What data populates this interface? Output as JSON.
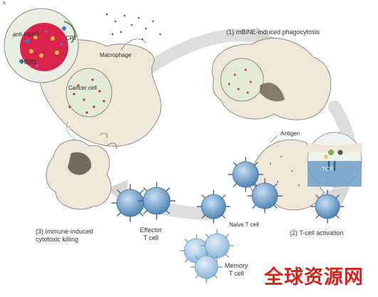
{
  "figure": {
    "panel_letter": "a",
    "labels": {
      "anti_her2": "anti-HER2",
      "her2": "HER2",
      "crt": "CRT",
      "macrophage": "Macrophage",
      "cancer_cell": "Cancer cell",
      "step1": "(1) mBiNE-induced phagocytosis",
      "antigen": "Antigen",
      "tcr": "TCR",
      "naive_t": "Naive T cell",
      "step2": "(2) T-cell activation",
      "effector_line1": "Effector",
      "effector_line2": "T cell",
      "memory_line1": "Memory",
      "memory_line2": "T cell",
      "step3_line1": "(3) Immune-induced",
      "step3_line2": "cytotoxic killing"
    },
    "watermark": "全球资源网",
    "colors": {
      "macrophage": "#eee6d6",
      "cancer_cell": "#e4ebd8",
      "tcell": "#6f9fc8",
      "tcell_memory": "#a9cbe2",
      "arrow": "#d9d9d9",
      "red_dot": "#c0392b"
    }
  }
}
